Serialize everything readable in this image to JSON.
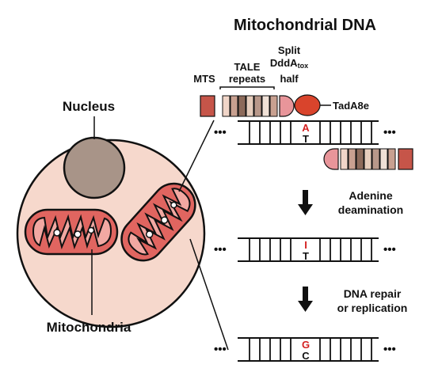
{
  "title": "Mitochondrial DNA",
  "labels": {
    "nucleus": "Nucleus",
    "mitochondria": "Mitochondria",
    "mts": "MTS",
    "tale_line1": "TALE",
    "tale_line2": "repeats",
    "split_line1": "Split",
    "split_line2": "DddA",
    "split_sub": "tox",
    "split_line3": "half",
    "tadA8e": "TadA8e",
    "ellipsis": "•••"
  },
  "steps": {
    "step1_line1": "Adenine",
    "step1_line2": "deamination",
    "step2_line1": "DNA repair",
    "step2_line2": "or replication"
  },
  "bases": {
    "top1": "A",
    "bottom1": "T",
    "top2": "I",
    "bottom2": "T",
    "top3": "G",
    "bottom3": "C"
  },
  "colors": {
    "cell_fill": "#f6d8cc",
    "nucleus_fill": "#a89488",
    "mito_outer": "#e06560",
    "mito_inner": "#f2a8a2",
    "mts_red": "#c65549",
    "tada8e": "#d9442c",
    "ddda_pink": "#e8959a",
    "mutation_red": "#d42020",
    "tale_colors": [
      "#f0d5c8",
      "#c8a090",
      "#8c6a5a",
      "#e6cdbc",
      "#b8988a",
      "#efe0d6"
    ]
  }
}
